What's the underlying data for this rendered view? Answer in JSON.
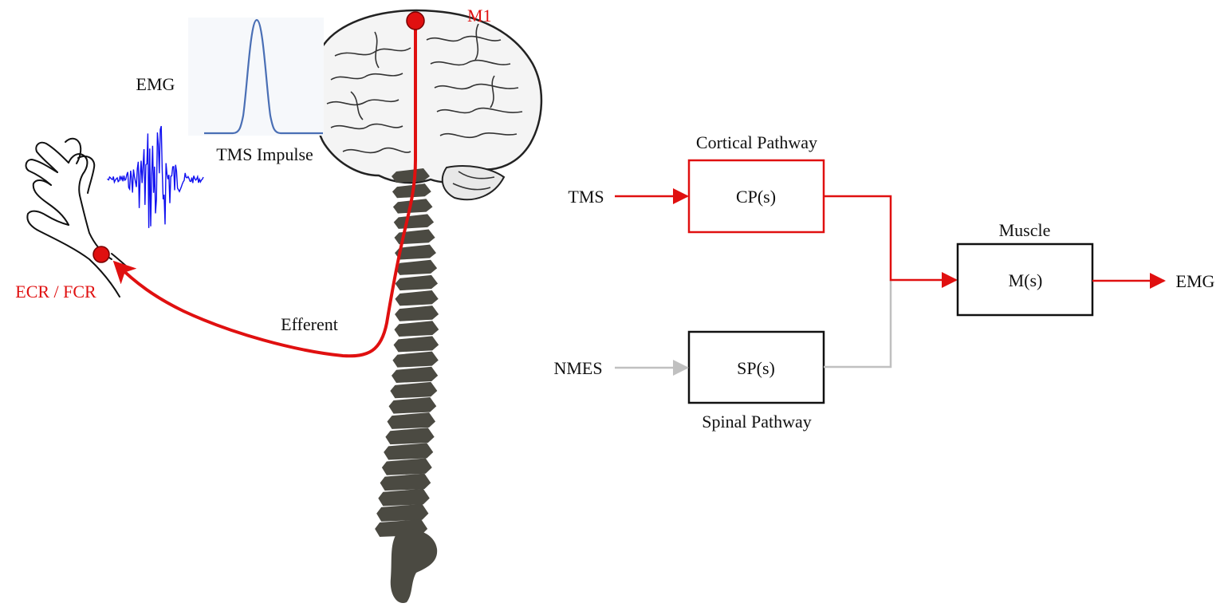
{
  "colors": {
    "red": "#e01010",
    "grey": "#c0c0c0",
    "black": "#111111",
    "emg_blue": "#1010f0",
    "tms_blue": "#4a6fb5",
    "bone": "#4b4a42"
  },
  "illustration": {
    "m1_label": "M1",
    "emg_label": "EMG",
    "tms_impulse_label": "TMS Impulse",
    "muscle_site_label": "ECR / FCR",
    "efferent_label": "Efferent"
  },
  "block_diagram": {
    "inputs": {
      "tms": "TMS",
      "nmes": "NMES"
    },
    "blocks": {
      "cortical": {
        "title": "Cortical Pathway",
        "transfer_function": "CP(s)"
      },
      "spinal": {
        "title": "Spinal Pathway",
        "transfer_function": "SP(s)"
      },
      "muscle": {
        "title": "Muscle",
        "transfer_function": "M(s)"
      }
    },
    "output": "EMG"
  }
}
